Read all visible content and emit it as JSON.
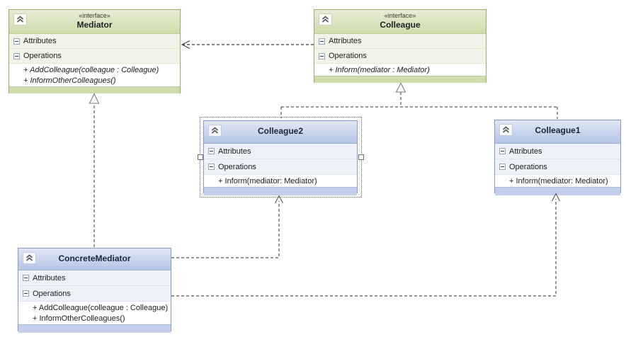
{
  "classes": [
    {
      "name": "Mediator",
      "stereotype": "«interface»",
      "kind": "interface",
      "attributes_label": "Attributes",
      "operations_label": "Operations",
      "operations": [
        "+ AddColleague(colleague : Colleague)",
        "+ InformOtherColleagues()"
      ]
    },
    {
      "name": "Colleague",
      "stereotype": "«interface»",
      "kind": "interface",
      "attributes_label": "Attributes",
      "operations_label": "Operations",
      "operations": [
        "+ Inform(mediator : Mediator)"
      ]
    },
    {
      "name": "Colleague2",
      "kind": "class",
      "selected": true,
      "attributes_label": "Attributes",
      "operations_label": "Operations",
      "operations": [
        "+ Inform(mediator: Mediator)"
      ]
    },
    {
      "name": "Colleague1",
      "kind": "class",
      "attributes_label": "Attributes",
      "operations_label": "Operations",
      "operations": [
        "+ Inform(mediator: Mediator)"
      ]
    },
    {
      "name": "ConcreteMediator",
      "kind": "class",
      "attributes_label": "Attributes",
      "operations_label": "Operations",
      "operations": [
        "+ AddColleague(colleague : Colleague)",
        "+ InformOtherColleagues()"
      ]
    }
  ],
  "relationships": [
    {
      "type": "dependency",
      "from": "Colleague",
      "to": "Mediator",
      "line": "dashed",
      "arrow": "open"
    },
    {
      "type": "realization",
      "from": "ConcreteMediator",
      "to": "Mediator",
      "line": "dashed",
      "arrow": "hollow-triangle"
    },
    {
      "type": "realization",
      "from": "Colleague2",
      "to": "Colleague",
      "line": "dashed",
      "arrow": "hollow-triangle"
    },
    {
      "type": "realization",
      "from": "Colleague1",
      "to": "Colleague",
      "line": "dashed",
      "arrow": "hollow-triangle"
    },
    {
      "type": "dependency",
      "from": "ConcreteMediator",
      "to": "Colleague2",
      "line": "dashed",
      "arrow": "open"
    },
    {
      "type": "dependency",
      "from": "ConcreteMediator",
      "to": "Colleague1",
      "line": "dashed",
      "arrow": "open"
    }
  ],
  "icons": {
    "collapse_chevron": "double-chevron-up",
    "compartment_expander": "minus-box"
  },
  "colors": {
    "canvas_background": "#ffffff",
    "interface_header": "#cfdcab",
    "interface_border": "#9dab69",
    "class_header": "#b5c5e6",
    "class_border": "#8399c7",
    "connector": "#565656",
    "selection_outline": "#6e6e6e"
  }
}
